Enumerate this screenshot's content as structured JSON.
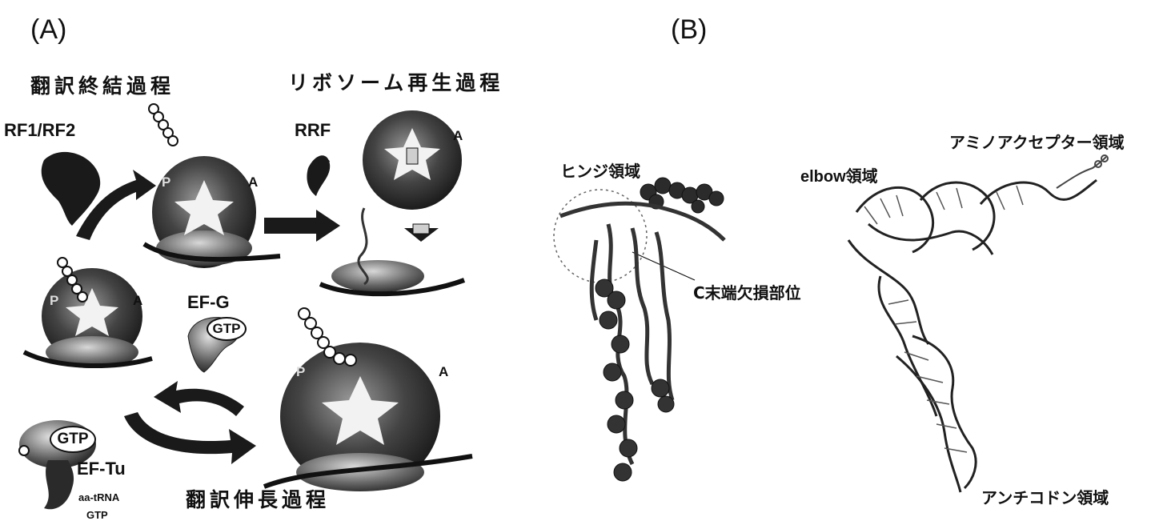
{
  "panel_a": {
    "label": "(A)",
    "titles": {
      "termination": "翻訳終結過程",
      "recycling": "リボソーム再生過程",
      "elongation": "翻訳伸長過程"
    },
    "factors": {
      "rf": "RF1/RF2",
      "rrf": "RRF",
      "efg": "EF-G",
      "eftu": "EF-Tu",
      "aatrna": "aa-tRNA",
      "gtp_small": "GTP",
      "gtp_badge": "GTP"
    },
    "sites": {
      "p": "P",
      "a": "A"
    }
  },
  "panel_b": {
    "label": "(B)",
    "labels": {
      "hinge": "ヒンジ領域",
      "cterm": "C末端欠損部位",
      "elbow": "elbow領域",
      "acceptor": "アミノアクセプター領域",
      "anticodon": "アンチコドン領域"
    }
  },
  "colors": {
    "ink": "#111111",
    "ribosome": "#3a3a3a",
    "arrow": "#1a1a1a"
  }
}
